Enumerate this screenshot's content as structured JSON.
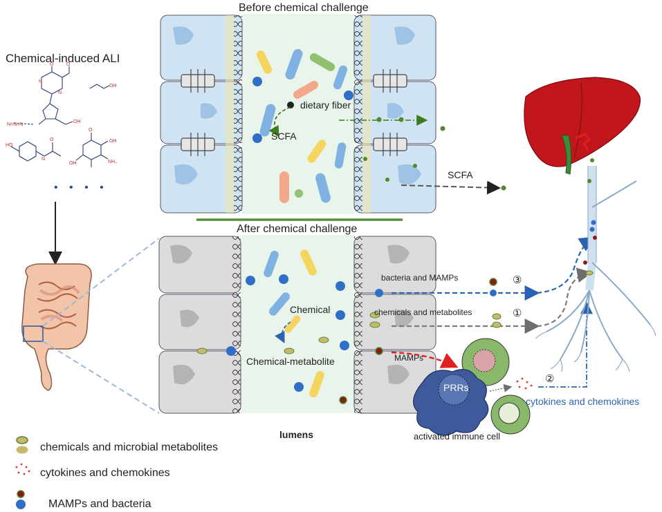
{
  "left_panel": {
    "title": "Chemical-induced ALI",
    "dots": "• • • •"
  },
  "top_panel": {
    "title": "Before chemical challenge",
    "dietary_fiber": "dietary fiber",
    "scfa_inner": "SCFA",
    "scfa_outer": "SCFA"
  },
  "bottom_panel": {
    "title": "After chemical challenge",
    "chemical": "Chemical",
    "chemical_metabolite": "Chemical-metabolite",
    "lumens": "lumens",
    "bacteria_mamps": "bacteria and MAMPs",
    "chemicals_metabolites": "chemicals and metabolites",
    "mamps": "MAMPs",
    "prrs": "PRRs",
    "activated_immune_cell": "activated immune cell",
    "cytokines_chemokines": "cytokines and chemokines",
    "route_3": "③",
    "route_1": "①",
    "route_2": "②"
  },
  "legend": {
    "items": [
      {
        "label": "chemicals and microbial metabolites"
      },
      {
        "label": "cytokines and chemokines"
      },
      {
        "label": "MAMPs and bacteria"
      }
    ]
  },
  "colors": {
    "cell_blue": "#cfe3f3",
    "cell_grey": "#dcdcdc",
    "lumen_green": "#e8f3ea",
    "liver": "#c0161c",
    "bacteria_blue": "#2f6fc8",
    "mamp_red": "#8b1a1a",
    "arrow_blue": "#2b63b0",
    "arrow_grey": "#7a7a7a",
    "scfa_green": "#4f8a2b",
    "divider_green": "#5a8f3a"
  }
}
